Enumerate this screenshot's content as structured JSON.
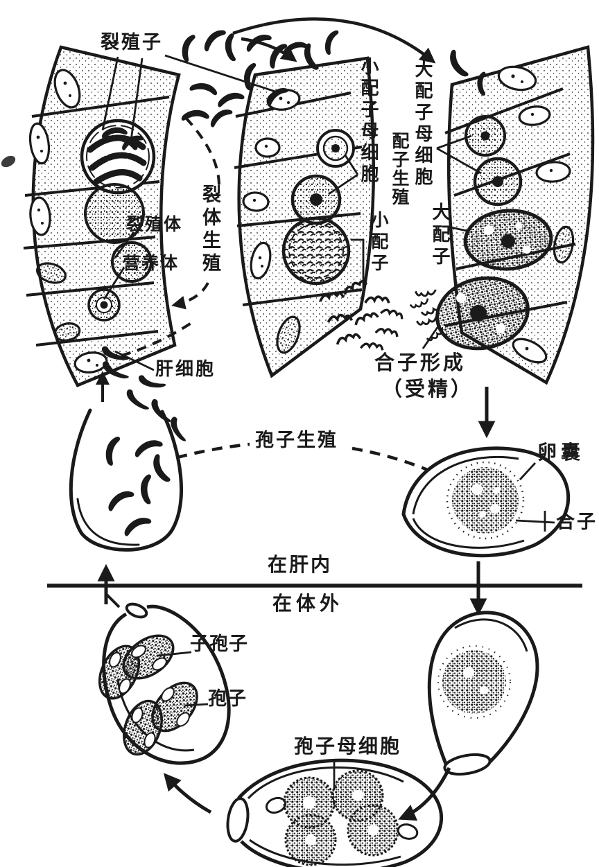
{
  "diagram": {
    "stage_labels": {
      "merozoite": "裂殖子",
      "schizont": "裂殖体",
      "trophozoite": "营养体",
      "liver_cell": "肝细胞",
      "schizogony": "裂体生殖",
      "microgametocyte": "小配子母细胞",
      "gametogony": "配子生殖",
      "microgamete": "小配子",
      "macrogametocyte": "大配子母细胞",
      "macrogamete": "大配子",
      "zygote_formation": "合子形成",
      "fertilization_paren": "（受精）",
      "sporogony": "孢子生殖",
      "oocyst": "卵囊",
      "zygote": "合子",
      "region_in_liver": "在肝内",
      "region_outside_body": "在体外",
      "sporozoite": "子孢子",
      "spore": "孢子",
      "sporoblast": "孢子母细胞"
    },
    "colors": {
      "ink": "#1a1a1a",
      "paper": "#ffffff"
    }
  }
}
